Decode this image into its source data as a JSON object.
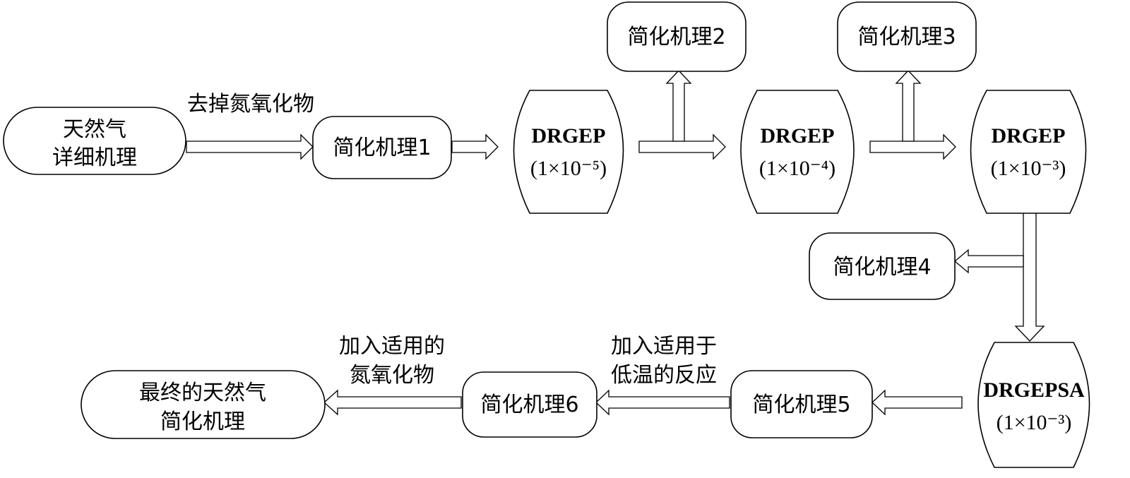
{
  "nodes": {
    "detailed": {
      "line1": "天然气",
      "line2": "详细机理"
    },
    "simplified1": {
      "label": "简化机理1"
    },
    "drgep1": {
      "title": "DRGEP",
      "param": "(1×10⁻⁵)"
    },
    "simplified2": {
      "label": "简化机理2"
    },
    "drgep2": {
      "title": "DRGEP",
      "param": "(1×10⁻⁴)"
    },
    "simplified3": {
      "label": "简化机理3"
    },
    "drgep3": {
      "title": "DRGEP",
      "param": "(1×10⁻³)"
    },
    "simplified4": {
      "label": "简化机理4"
    },
    "drgepsa": {
      "title": "DRGEPSA",
      "param": "(1×10⁻³)"
    },
    "simplified5": {
      "label": "简化机理5"
    },
    "simplified6": {
      "label": "简化机理6"
    },
    "final": {
      "line1": "最终的天然气",
      "line2": "简化机理"
    }
  },
  "edge_labels": {
    "remove_nox": "去掉氮氧化物",
    "add_lowtemp": {
      "line1": "加入适用于",
      "line2": "低温的反应"
    },
    "add_nox": {
      "line1": "加入适用的",
      "line2": "氮氧化物"
    }
  },
  "colors": {
    "stroke": "#000000",
    "fill": "#ffffff"
  }
}
